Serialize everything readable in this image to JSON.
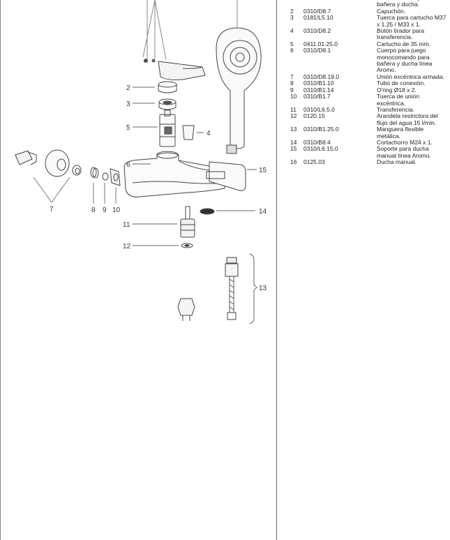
{
  "parts": [
    {
      "num": "",
      "code": "",
      "desc": "monocomando para bañera y ducha."
    },
    {
      "num": "2",
      "code": "0310/D8.7",
      "desc": "Capuchón."
    },
    {
      "num": "3",
      "code": "0181/L5.10",
      "desc": "Tuerca para cartucho M37 x 1.25 / M33 x 1."
    },
    {
      "num": "4",
      "code": "0310/D8.2",
      "desc": "Botón tirador para transferencia."
    },
    {
      "num": "5",
      "code": "0411.01.25.0",
      "desc": "Cartucho de 35 mm."
    },
    {
      "num": "6",
      "code": "0310/D8.1",
      "desc": "Cuerpo para juego monocomando para bañera y ducha línea Aromo."
    },
    {
      "num": "7",
      "code": "0310/D8.19.0",
      "desc": "Unión excéntrica armada."
    },
    {
      "num": "8",
      "code": "0310/B1.10",
      "desc": "Tubo de conexión."
    },
    {
      "num": "9",
      "code": "0310/B1.14",
      "desc": "O'ring Ø18 x 2."
    },
    {
      "num": "10",
      "code": "0310/B1.7",
      "desc": "Tuerca de unión excéntrica."
    },
    {
      "num": "11",
      "code": "0310/L6.5.0",
      "desc": "Transferencia."
    },
    {
      "num": "12",
      "code": "0120.15",
      "desc": "Arandela restrictora del flujo del agua 15 l/min."
    },
    {
      "num": "13",
      "code": "0310/B1.25.0",
      "desc": "Manguera flexible metálica."
    },
    {
      "num": "14",
      "code": "0310/B8.4",
      "desc": "Cortachorro M24 x 1."
    },
    {
      "num": "15",
      "code": "0310/L6.15.0",
      "desc": "Soporte para ducha manual línea Aromo."
    },
    {
      "num": "16",
      "code": "0125.03",
      "desc": "Ducha manual."
    }
  ],
  "callouts": {
    "c2": "2",
    "c3": "3",
    "c4": "4",
    "c5": "5",
    "c6": "6",
    "c7": "7",
    "c8": "8",
    "c9": "9",
    "c10": "10",
    "c11": "11",
    "c12": "12",
    "c13": "13",
    "c14": "14",
    "c15": "15"
  }
}
